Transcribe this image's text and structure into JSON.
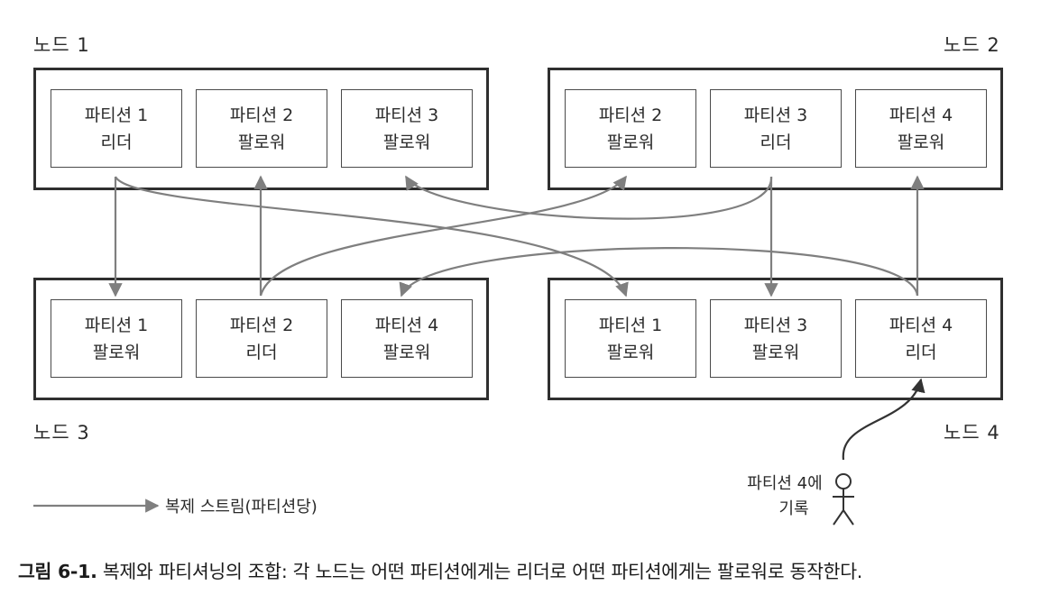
{
  "nodes": [
    {
      "label": "노드 1",
      "partitions": [
        {
          "name": "파티션 1",
          "role": "리더"
        },
        {
          "name": "파티션 2",
          "role": "팔로워"
        },
        {
          "name": "파티션 3",
          "role": "팔로워"
        }
      ]
    },
    {
      "label": "노드 2",
      "partitions": [
        {
          "name": "파티션 2",
          "role": "팔로워"
        },
        {
          "name": "파티션 3",
          "role": "리더"
        },
        {
          "name": "파티션 4",
          "role": "팔로워"
        }
      ]
    },
    {
      "label": "노드 3",
      "partitions": [
        {
          "name": "파티션 1",
          "role": "팔로워"
        },
        {
          "name": "파티션 2",
          "role": "리더"
        },
        {
          "name": "파티션 4",
          "role": "팔로워"
        }
      ]
    },
    {
      "label": "노드 4",
      "partitions": [
        {
          "name": "파티션 1",
          "role": "팔로워"
        },
        {
          "name": "파티션 3",
          "role": "팔로워"
        },
        {
          "name": "파티션 4",
          "role": "리더"
        }
      ]
    }
  ],
  "legend": {
    "label": "복제 스트림(파티션당)"
  },
  "writer": {
    "line1": "파티션 4에",
    "line2": "기록"
  },
  "caption": {
    "figure": "그림 6-1.",
    "text": "복제와 파티셔닝의 조합: 각 노드는 어떤 파티션에게는 리더로 어떤 파티션에게는 팔로워로 동작한다."
  },
  "colors": {
    "arrow": "#7f7f7f",
    "box_border": "#2f2f2f"
  }
}
